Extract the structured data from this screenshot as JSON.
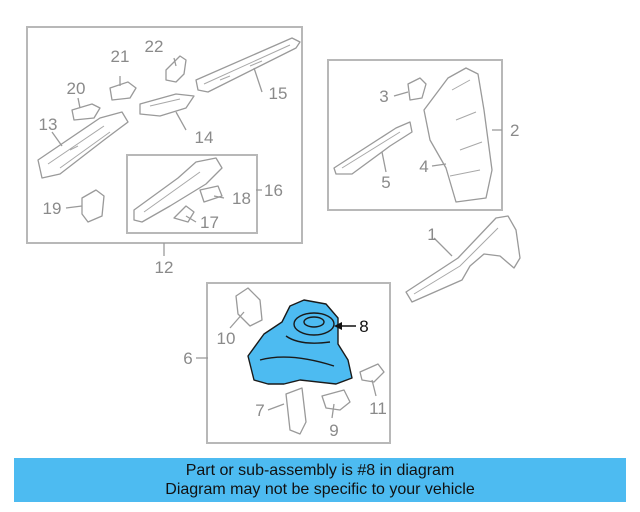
{
  "diagram": {
    "highlight_color": "#4dbbf1",
    "callouts": {
      "c1": "1",
      "c2": "2",
      "c3": "3",
      "c4": "4",
      "c5": "5",
      "c6": "6",
      "c7": "7",
      "c8": "8",
      "c9": "9",
      "c10": "10",
      "c11": "11",
      "c12": "12",
      "c13": "13",
      "c14": "14",
      "c15": "15",
      "c16": "16",
      "c17": "17",
      "c18": "18",
      "c19": "19",
      "c20": "20",
      "c21": "21",
      "c22": "22"
    }
  },
  "banner": {
    "line1": "Part or sub-assembly is #8 in diagram",
    "line2": "Diagram may not be specific to your vehicle",
    "background": "#4dbbf1"
  }
}
